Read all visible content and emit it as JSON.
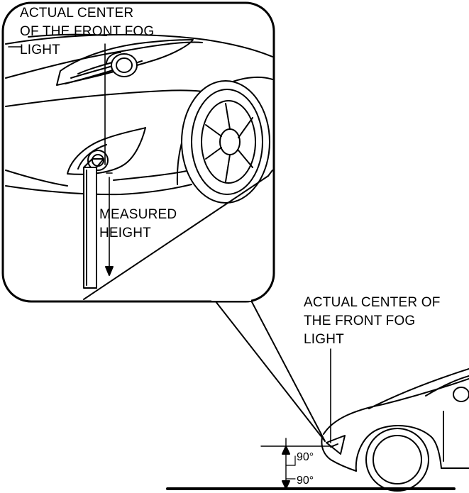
{
  "callout": {
    "line1": "ACTUAL CENTER",
    "line2": "OF THE FRONT FOG",
    "line3": "LIGHT"
  },
  "measured": {
    "line1": "MEASURED",
    "line2": "HEIGHT"
  },
  "side_callout": {
    "line1": "ACTUAL CENTER OF",
    "line2": "THE FRONT FOG",
    "line3": "LIGHT"
  },
  "angles": {
    "upper": "90°",
    "lower": "90°"
  }
}
